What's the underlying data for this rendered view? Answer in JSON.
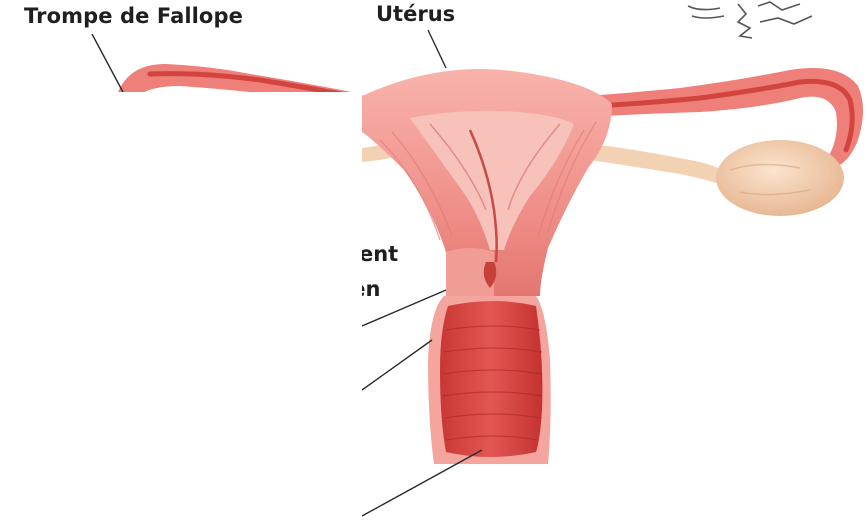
{
  "labels": {
    "fallopian_tube": "Trompe de Fallope",
    "uterus": "Utérus",
    "ligament_line1": "nent",
    "ligament_line2": "ien"
  },
  "colors": {
    "tissue": "#ef8a86",
    "tissue_dark": "#d9534f",
    "tissue_light": "#f7b1aa",
    "vagina_inner": "#d9413e",
    "ovary": "#f1c9a8",
    "ligament": "#f3d2b3",
    "leader_line": "#2a2a2a"
  }
}
